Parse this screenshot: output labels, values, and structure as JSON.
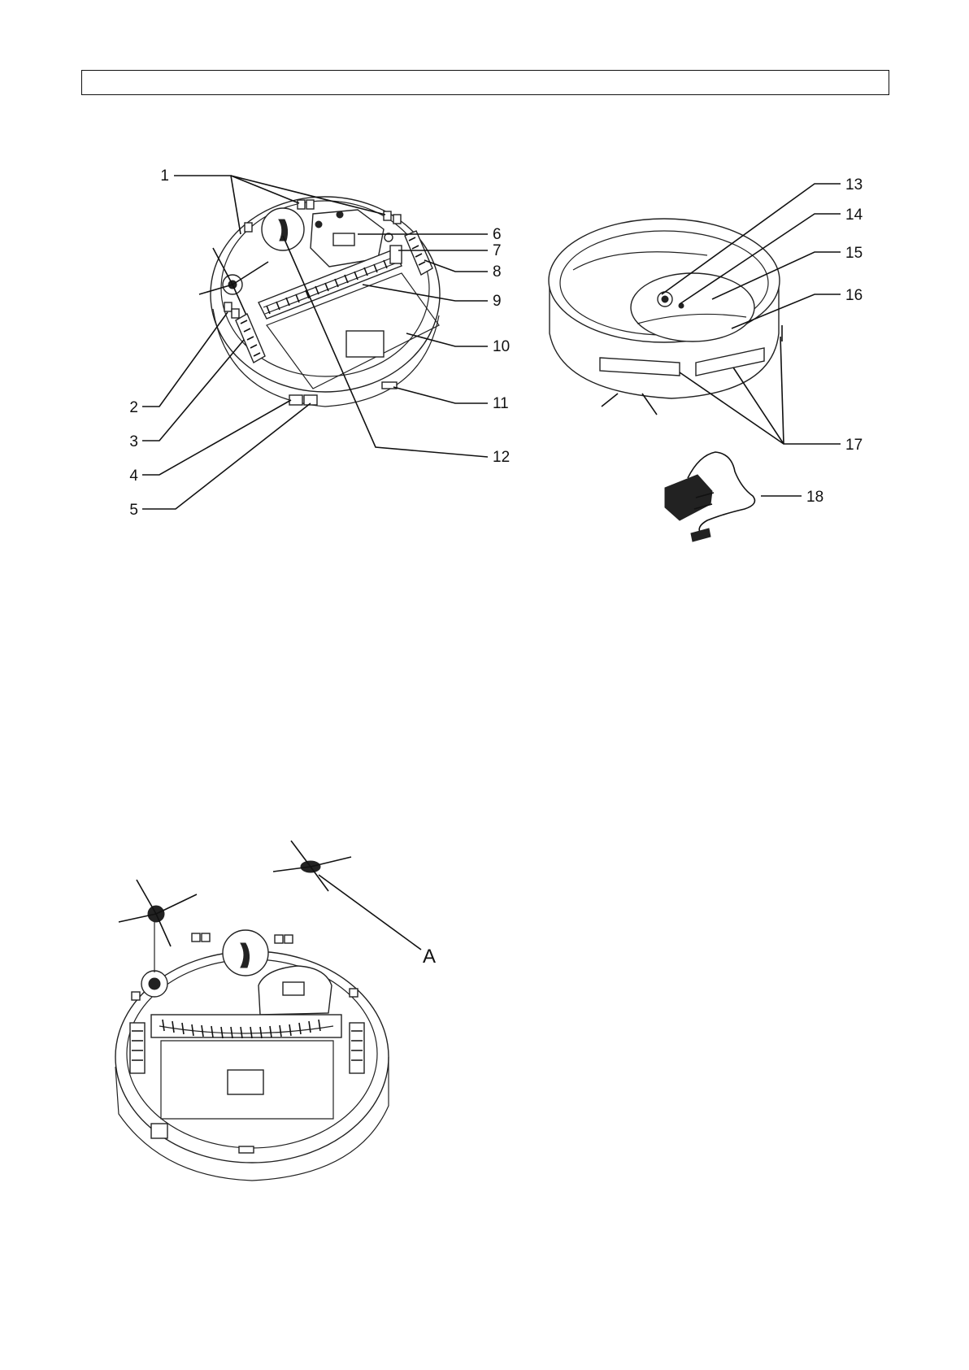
{
  "header": {
    "title": ""
  },
  "figure_bottom": {
    "callouts": [
      "1",
      "2",
      "3",
      "4",
      "5",
      "6",
      "7",
      "8",
      "9",
      "10",
      "11",
      "12"
    ]
  },
  "figure_top": {
    "callouts": [
      "13",
      "14",
      "15",
      "16",
      "17"
    ]
  },
  "figure_adapter": {
    "callout": "18"
  },
  "figure_brushes": {
    "callout": "A"
  }
}
